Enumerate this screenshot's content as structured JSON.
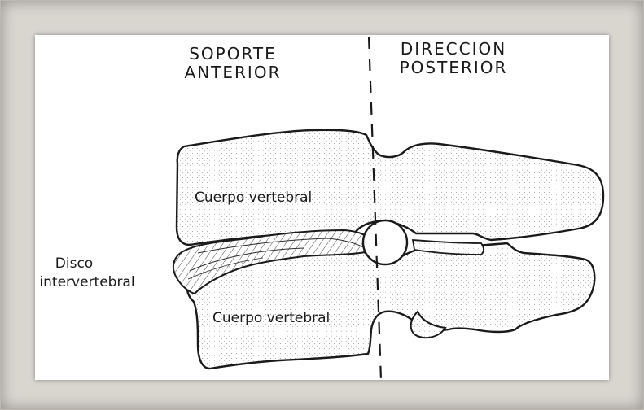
{
  "diagram": {
    "header_left": {
      "line1": "SOPORTE",
      "line2": "ANTERIOR"
    },
    "header_right": {
      "line1": "DIRECCION",
      "line2": "POSTERIOR"
    },
    "labels": {
      "upper_body": "Cuerpo vertebral",
      "lower_body": "Cuerpo vertebral",
      "disc_line1": "Disco",
      "disc_line2": "intervertebral"
    },
    "colors": {
      "frame": "#d9d6d0",
      "paper": "#ffffff",
      "ink": "#1a1a1a",
      "stipple": "#9a9a9a"
    }
  }
}
